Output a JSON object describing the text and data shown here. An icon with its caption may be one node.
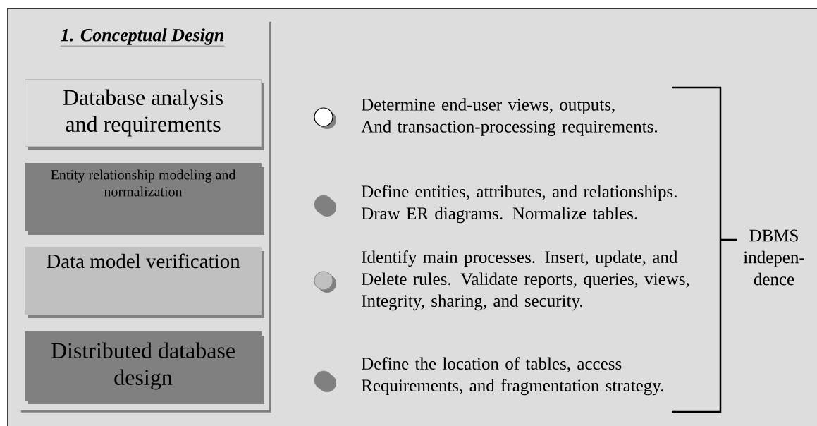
{
  "diagram": {
    "nodes": [
      {
        "text": [
          "1. Conceptual Design"
        ]
      },
      {
        "text": [
          "Database analysis and requirements"
        ],
        "in": 0
      },
      {
        "text": [
          "Entity relationship modeling and normalization"
        ],
        "in": 0
      },
      {
        "text": [
          "Data model verification"
        ],
        "in": 0
      },
      {
        "text": [
          "Distributed database design"
        ],
        "in": 0
      }
    ],
    "labels": [
      "Determine end-user views, outputs, And transaction-processing requirements.",
      "Define entities, attributes, and relationships. Draw ER diagrams.  Normalize tables.",
      "Identify main processes.  Insert, update, and Delete rules.  Validate reports, queries, views, Integrity, sharing, and security.",
      "Define the location of tables, access Requirements, and fragmentation strategy.",
      "DBMS indepen- dence"
    ]
  }
}
